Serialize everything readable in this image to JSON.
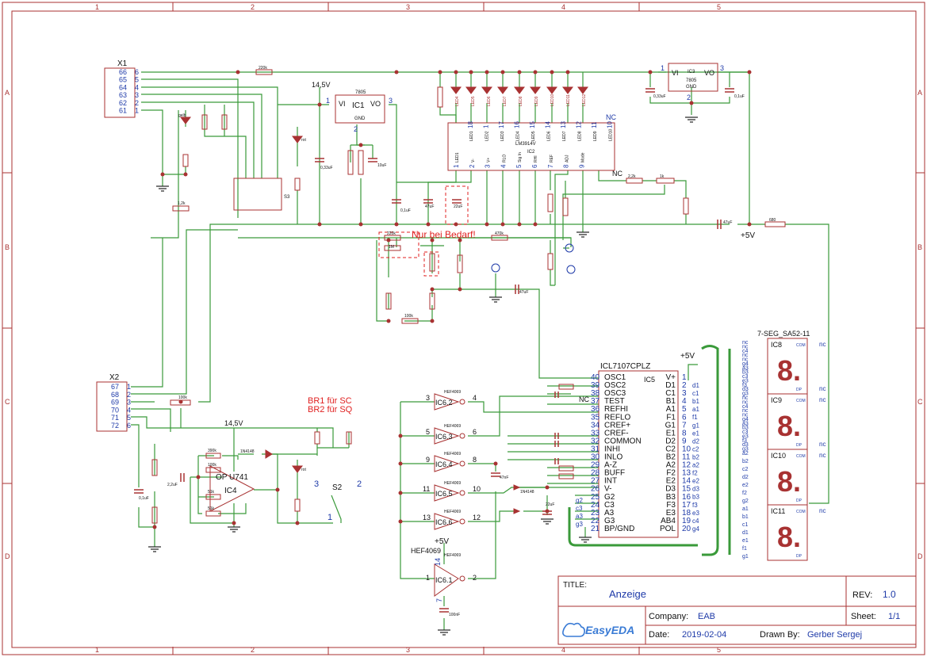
{
  "frame": {
    "columns": [
      "1",
      "2",
      "3",
      "4",
      "5"
    ],
    "rows": [
      "A",
      "B",
      "C",
      "D"
    ]
  },
  "title_block": {
    "title_label": "TITLE:",
    "title": "Anzeige",
    "rev_label": "REV:",
    "rev": "1.0",
    "company_label": "Company:",
    "company": "EAB",
    "sheet_label": "Sheet:",
    "sheet": "1/1",
    "date_label": "Date:",
    "date": "2019-02-04",
    "drawn_label": "Drawn By:",
    "drawn_by": "Gerber Sergej",
    "logo_text": "EasyEDA"
  },
  "connectors": {
    "x1": {
      "name": "X1",
      "pins": [
        "6",
        "5",
        "4",
        "3",
        "2",
        "1"
      ],
      "labels": [
        "66",
        "65",
        "64",
        "63",
        "62",
        "61"
      ]
    },
    "x2": {
      "name": "X2",
      "pins": [
        "1",
        "2",
        "3",
        "4",
        "5",
        "6"
      ],
      "labels": [
        "67",
        "68",
        "69",
        "70",
        "71",
        "72"
      ]
    }
  },
  "regulators": {
    "ic1": {
      "name": "IC1",
      "part": "7805",
      "vi": "VI",
      "vo": "VO",
      "gnd": "GND",
      "pin_in": "1",
      "pin_out": "3",
      "pin_gnd": "2",
      "supply": "14,5V"
    },
    "ic3": {
      "name": "IC3",
      "part": "7805",
      "vi": "VI",
      "vo": "VO",
      "gnd": "GND",
      "pin_in": "1",
      "pin_out": "3",
      "pin_gnd": "2"
    }
  },
  "bargraph": {
    "name": "IC2",
    "part": "LM3914V",
    "top_pins": [
      "18",
      "1",
      "17",
      "16",
      "15",
      "14",
      "13",
      "12",
      "11",
      "10"
    ],
    "top_labels": [
      "LED1",
      "LED2",
      "LED3",
      "LED4",
      "LED5",
      "LED6",
      "LED7",
      "LED8",
      "LED9",
      "LED10"
    ],
    "bottom_pins": [
      "1",
      "2",
      "3",
      "4",
      "5",
      "6",
      "7",
      "8",
      "9"
    ],
    "bottom_labels": [
      "LED1",
      "V-",
      "V+",
      "RLO",
      "Sig In",
      "RHI",
      "REF",
      "ADJ",
      "Mode"
    ],
    "nc": "NC"
  },
  "led_row": [
    "LED4",
    "LED5",
    "LED6",
    "LED7",
    "LED8",
    "LED9",
    "LED10",
    "LED11",
    "LED12"
  ],
  "adc": {
    "name": "ICL7107CPLZ",
    "ref": "IC5",
    "supply": "+5V",
    "left_pins": [
      {
        "pin": "40",
        "label": "OSC1"
      },
      {
        "pin": "39",
        "label": "OSC2"
      },
      {
        "pin": "38",
        "label": "OSC3"
      },
      {
        "pin": "37",
        "label": "TEST"
      },
      {
        "pin": "36",
        "label": "REFHI"
      },
      {
        "pin": "35",
        "label": "REFLO"
      },
      {
        "pin": "34",
        "label": "CREF+"
      },
      {
        "pin": "33",
        "label": "CREF-"
      },
      {
        "pin": "32",
        "label": "COMMON"
      },
      {
        "pin": "31",
        "label": "INHI"
      },
      {
        "pin": "30",
        "label": "INLO"
      },
      {
        "pin": "29",
        "label": "A-Z"
      },
      {
        "pin": "28",
        "label": "BUFF"
      },
      {
        "pin": "27",
        "label": "INT"
      },
      {
        "pin": "26",
        "label": "V-"
      },
      {
        "pin": "25",
        "label": "G2"
      },
      {
        "pin": "24",
        "label": "C3"
      },
      {
        "pin": "23",
        "label": "A3"
      },
      {
        "pin": "22",
        "label": "G3"
      },
      {
        "pin": "21",
        "label": "BP/GND"
      }
    ],
    "right_pins": [
      {
        "pin": "1",
        "label": "V+"
      },
      {
        "pin": "2",
        "label": "D1"
      },
      {
        "pin": "3",
        "label": "C1"
      },
      {
        "pin": "4",
        "label": "B1"
      },
      {
        "pin": "5",
        "label": "A1"
      },
      {
        "pin": "6",
        "label": "F1"
      },
      {
        "pin": "7",
        "label": "G1"
      },
      {
        "pin": "8",
        "label": "E1"
      },
      {
        "pin": "9",
        "label": "D2"
      },
      {
        "pin": "10",
        "label": "C2"
      },
      {
        "pin": "11",
        "label": "B2"
      },
      {
        "pin": "12",
        "label": "A2"
      },
      {
        "pin": "13",
        "label": "F2"
      },
      {
        "pin": "14",
        "label": "E2"
      },
      {
        "pin": "15",
        "label": "D3"
      },
      {
        "pin": "16",
        "label": "B3"
      },
      {
        "pin": "17",
        "label": "F3"
      },
      {
        "pin": "18",
        "label": "E3"
      },
      {
        "pin": "19",
        "label": "AB4"
      },
      {
        "pin": "20",
        "label": "POL"
      }
    ],
    "right_nets": [
      "d1",
      "c1",
      "b1",
      "a1",
      "f1",
      "g1",
      "e1",
      "d2",
      "c2",
      "b2",
      "a2",
      "f2",
      "e2",
      "d3",
      "b3",
      "f3",
      "e3",
      "c4",
      "g4"
    ],
    "left_nets": [
      "g2",
      "c3",
      "a3",
      "g3"
    ],
    "nc": "NC"
  },
  "displays": {
    "title": "7-SEG_SA52-11",
    "digits": [
      {
        "name": "IC8",
        "pins": [
          "nc",
          "nc",
          "c4",
          "nc",
          "nc",
          "g4",
          "a3",
          "b3",
          "c3",
          "e3",
          "f3",
          "d3",
          "g3"
        ]
      },
      {
        "name": "IC9",
        "pins": [
          "nc",
          "nc",
          "c4",
          "nc",
          "nc",
          "g4",
          "a3",
          "b3",
          "c3",
          "e3",
          "f3",
          "d3",
          "g3"
        ]
      },
      {
        "name": "IC10",
        "pins": [
          "a2",
          "b2",
          "c2",
          "d2",
          "e2",
          "f2",
          "g2"
        ]
      },
      {
        "name": "IC11",
        "pins": [
          "a1",
          "b1",
          "c1",
          "d1",
          "e1",
          "f1",
          "g1"
        ]
      }
    ],
    "com": "COM",
    "dp": "DP",
    "nc": "nc"
  },
  "opamp": {
    "name": "IC4",
    "part": "OP U741",
    "supply": "14,5V"
  },
  "inverters": {
    "part": "HEF4069",
    "gates": [
      {
        "name": "IC6.2",
        "in": "3",
        "out": "4"
      },
      {
        "name": "IC6.3",
        "in": "5",
        "out": "6"
      },
      {
        "name": "IC6.4",
        "in": "9",
        "out": "8"
      },
      {
        "name": "IC6.5",
        "in": "11",
        "out": "10"
      },
      {
        "name": "IC6.6",
        "in": "13",
        "out": "12"
      },
      {
        "name": "IC6.1",
        "in": "1",
        "out": "2"
      }
    ],
    "supply": "+5V",
    "vdd_pin": "14",
    "vss_pin": "7"
  },
  "annotations": {
    "nur_bei_bedarf": "Nur bei Bedarf!",
    "br1": "BR1 für SC",
    "br2": "BR2 für SQ",
    "plus5v": "+5V",
    "supply_14": "14,5V",
    "s2": "S2",
    "s2_pin3": "3",
    "s2_pin2": "2",
    "s2_pin1": "1",
    "s3": "S3"
  },
  "components": {
    "r6": "220k",
    "r2": "1,2k",
    "r12": "2,2k",
    "r10": "1k",
    "r22": "680",
    "r17": "220k",
    "r16": "1M",
    "r14": "100k",
    "r20": "470k",
    "c1": "0,33uF",
    "c2": "0,1uF",
    "c3": "10uF",
    "c4": "47uF",
    "c5": "22uF",
    "c6": "0,33uF",
    "c7": "0,1uF",
    "c12": "47uF",
    "c14": "47uF",
    "c16": "22uF",
    "c15": "47nF",
    "c17": "2,2uF",
    "c18": "100nF",
    "c19": "0,1uF",
    "d1": "1N4148",
    "d3": "1N4148",
    "led1": "gelb",
    "led2": "rot",
    "led3": "rot",
    "r25": "390k",
    "r26": "100k",
    "r27": "51k",
    "r28": "51k",
    "r1": "100k"
  },
  "colors": {
    "wire": "#3a9a3a",
    "component": "#a83232",
    "pin_text": "#1e3aa8",
    "frame": "#a83232",
    "note": "#e02020",
    "bus": "#3a9a3a"
  }
}
